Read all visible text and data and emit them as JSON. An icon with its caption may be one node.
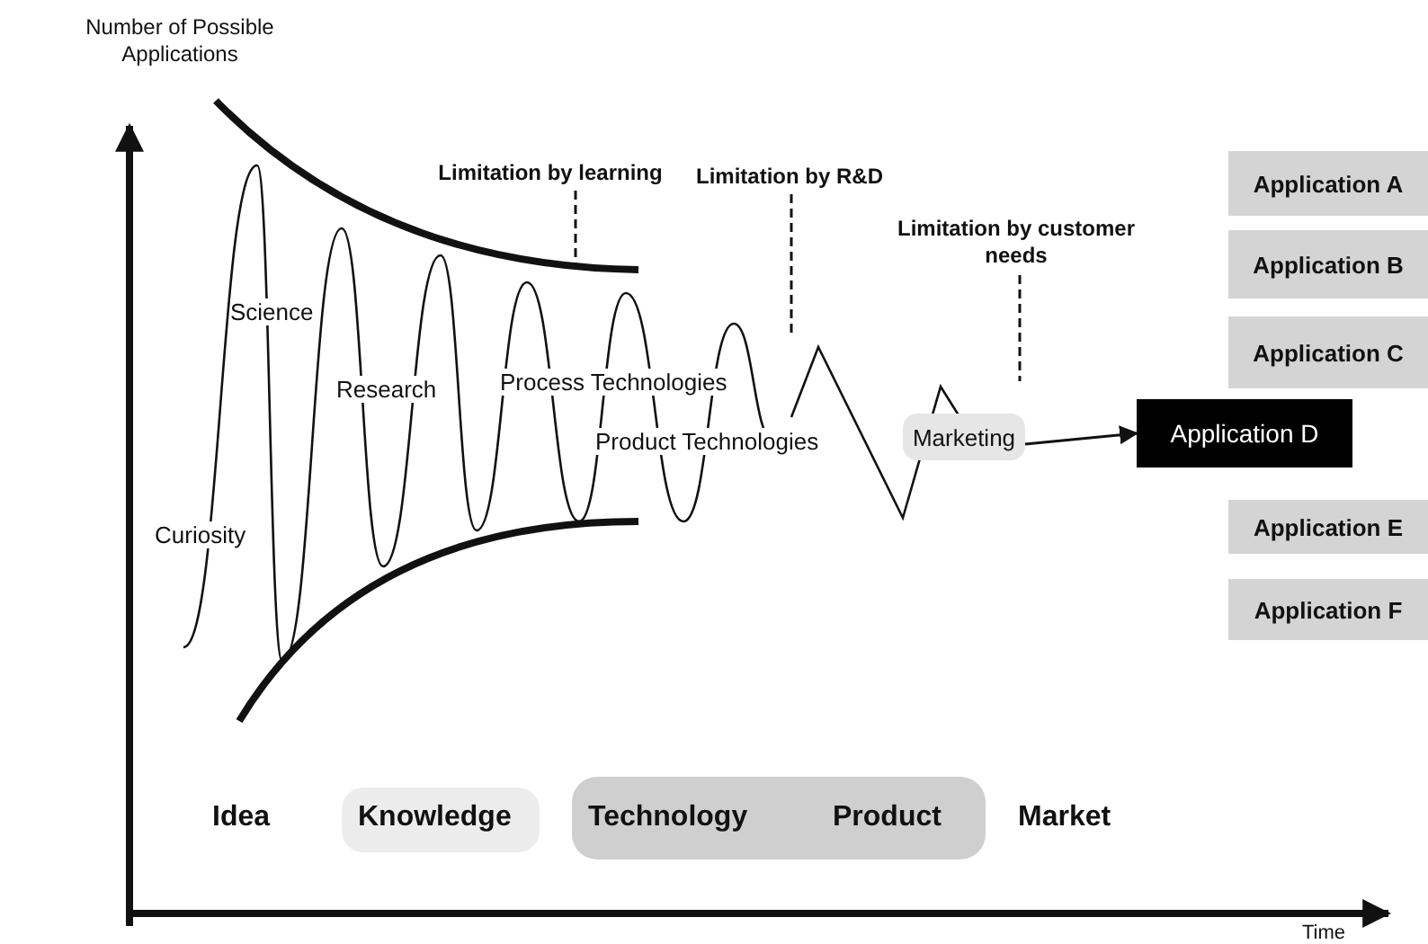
{
  "diagram": {
    "nodes": [
      {
        "text": [
          "Limitation by learning"
        ]
      },
      {
        "text": [
          "Limitation by R&D"
        ]
      },
      {
        "text": [
          "Limitation by customer needs"
        ]
      },
      {
        "text": [
          "Marketing"
        ]
      },
      {
        "text": [
          "Application A"
        ]
      },
      {
        "text": [
          "Application B"
        ]
      },
      {
        "text": [
          "Application C"
        ]
      },
      {
        "text": [
          "Application D"
        ]
      },
      {
        "text": [
          "Application E"
        ]
      },
      {
        "text": [
          "Application F"
        ]
      }
    ],
    "edges": [
      {
        "from": 0,
        "to": null,
        "arrow": "none",
        "style": "dashed"
      },
      {
        "from": 1,
        "to": null,
        "arrow": "none",
        "style": "dashed"
      },
      {
        "from": 2,
        "to": null,
        "arrow": "none",
        "style": "dashed"
      },
      {
        "from": 3,
        "to": 7,
        "arrow": "to"
      }
    ],
    "labels": [
      "Number of Possible Applications",
      "Science",
      "Research",
      "Process Technologies",
      "Product Technologies",
      "Curiosity",
      "Idea",
      "Knowledge",
      "Technology",
      "Product",
      "Market",
      "Time"
    ]
  }
}
